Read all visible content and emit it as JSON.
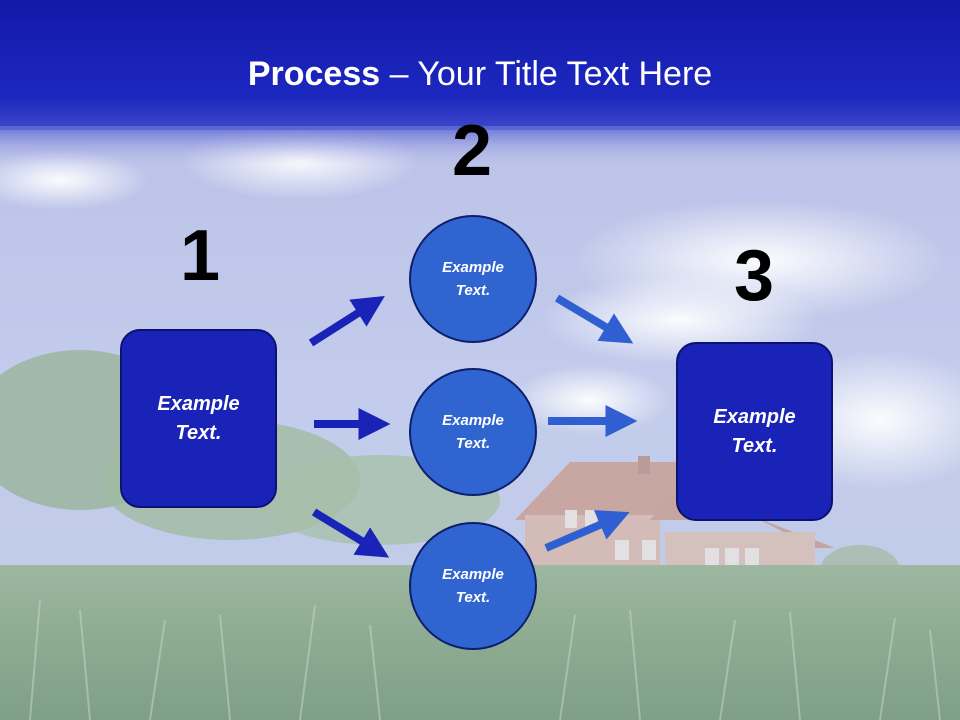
{
  "title": {
    "bold": "Process",
    "rest": " – Your Title Text Here"
  },
  "steps": {
    "one": {
      "number": "1",
      "box_text": "Example Text."
    },
    "two": {
      "number": "2",
      "circles": [
        "Example Text.",
        "Example Text.",
        "Example Text."
      ]
    },
    "three": {
      "number": "3",
      "box_text": "Example Text."
    }
  },
  "colors": {
    "header": "#1a20b5",
    "box": "#1a23b8",
    "circle": "#3065d1",
    "left_arrows": "#1a23b8",
    "right_arrows": "#2f5fd0"
  },
  "background": "sky with clouds, green grass field and red-roofed house"
}
